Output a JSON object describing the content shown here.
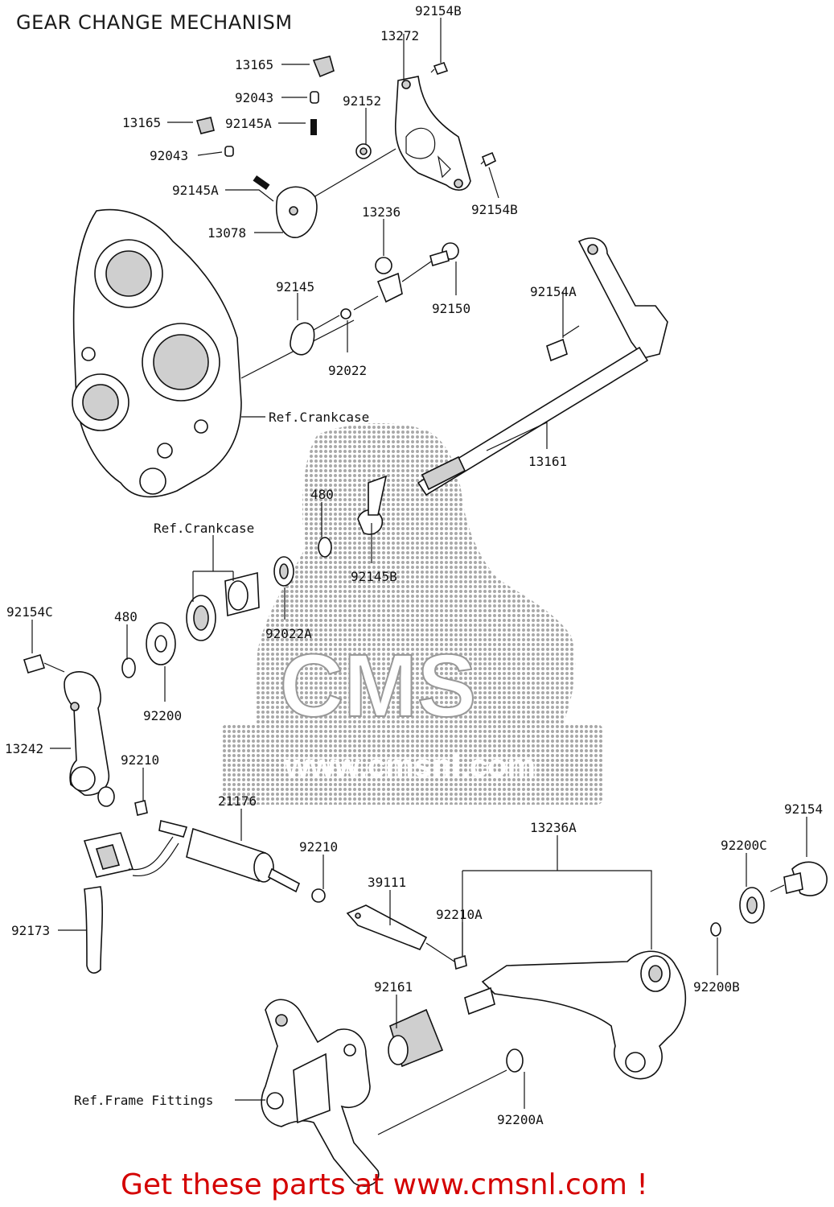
{
  "title": "GEAR CHANGE MECHANISM",
  "footer": "Get these parts at www.cmsnl.com !",
  "watermark": {
    "brand": "CMS",
    "url": "www.cmsnl.com"
  },
  "accent_color": "#d40000",
  "labels": {
    "p92154B_top": "92154B",
    "p13272": "13272",
    "p13165_a": "13165",
    "p92043_a": "92043",
    "p92152": "92152",
    "p13165_b": "13165",
    "p92145A_a": "92145A",
    "p92043_b": "92043",
    "p92154B_bot": "92154B",
    "p92145A_b": "92145A",
    "p13078": "13078",
    "p13236": "13236",
    "p92145": "92145",
    "p92150": "92150",
    "p92154A": "92154A",
    "p92022": "92022",
    "ref_crankcase_a": "Ref.Crankcase",
    "p13161": "13161",
    "p480_a": "480",
    "ref_crankcase_b": "Ref.Crankcase",
    "p92145B": "92145B",
    "p92022A": "92022A",
    "p92154C": "92154C",
    "p480_b": "480",
    "p92200": "92200",
    "p13242": "13242",
    "p92210_a": "92210",
    "p21176": "21176",
    "p92154": "92154",
    "p13236A": "13236A",
    "p92200C": "92200C",
    "p92210_b": "92210",
    "p39111": "39111",
    "p92210A": "92210A",
    "p92173": "92173",
    "p92161": "92161",
    "p92200B": "92200B",
    "ref_frame": "Ref.Frame Fittings",
    "p92200A": "92200A"
  }
}
